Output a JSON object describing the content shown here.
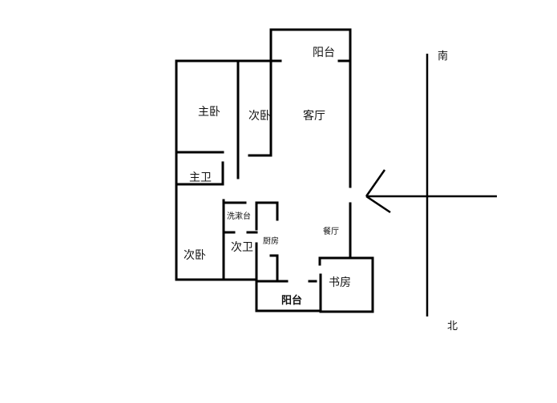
{
  "diagram": {
    "type": "floor-plan",
    "rooms": {
      "master_bedroom": "主卧",
      "second_bedroom_top": "次卧",
      "living_room": "客厅",
      "balcony_top": "阳台",
      "master_bath": "主卫",
      "washbasin": "洗漱台",
      "second_bath": "次卫",
      "kitchen": "厨房",
      "dining_room": "餐厅",
      "second_bedroom_bottom": "次卧",
      "study": "书房",
      "balcony_bottom": "阳台"
    },
    "compass": {
      "south": "南",
      "north": "北"
    },
    "arrow": {
      "direction": "left",
      "meaning": "entrance"
    },
    "colors": {
      "line": "#000000",
      "background": "#ffffff"
    }
  }
}
